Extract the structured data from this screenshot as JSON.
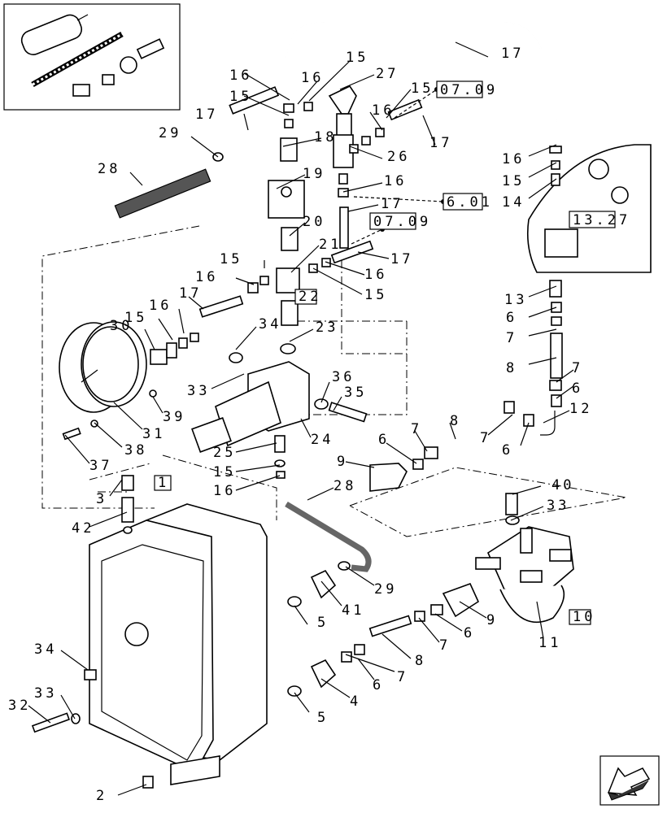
{
  "callouts": [
    {
      "id": "c16a",
      "text": "16"
    },
    {
      "id": "c16b",
      "text": "16"
    },
    {
      "id": "c15a",
      "text": "15"
    },
    {
      "id": "c27",
      "text": "27"
    },
    {
      "id": "c17a",
      "text": "17"
    },
    {
      "id": "c15b",
      "text": "15"
    },
    {
      "id": "c15c",
      "text": "15"
    },
    {
      "id": "c16c",
      "text": "16"
    },
    {
      "id": "c17b",
      "text": "17"
    },
    {
      "id": "c29a",
      "text": "29"
    },
    {
      "id": "c18",
      "text": "18"
    },
    {
      "id": "c17c",
      "text": "17"
    },
    {
      "id": "c26",
      "text": "26"
    },
    {
      "id": "c28a",
      "text": "28"
    },
    {
      "id": "c19",
      "text": "19"
    },
    {
      "id": "c16d",
      "text": "16"
    },
    {
      "id": "c16e",
      "text": "16"
    },
    {
      "id": "c15d",
      "text": "15"
    },
    {
      "id": "c14",
      "text": "14"
    },
    {
      "id": "c17d",
      "text": "17"
    },
    {
      "id": "c20",
      "text": "20"
    },
    {
      "id": "c21",
      "text": "21"
    },
    {
      "id": "c17e",
      "text": "17"
    },
    {
      "id": "c16f",
      "text": "16"
    },
    {
      "id": "c15e",
      "text": "15"
    },
    {
      "id": "c16g",
      "text": "16"
    },
    {
      "id": "c15f",
      "text": "15"
    },
    {
      "id": "c13",
      "text": "13"
    },
    {
      "id": "c17f",
      "text": "17"
    },
    {
      "id": "c16h",
      "text": "16"
    },
    {
      "id": "c15g",
      "text": "15"
    },
    {
      "id": "c30",
      "text": "30"
    },
    {
      "id": "c6a",
      "text": "6"
    },
    {
      "id": "c7a",
      "text": "7"
    },
    {
      "id": "c34a",
      "text": "34"
    },
    {
      "id": "c23",
      "text": "23"
    },
    {
      "id": "c8a",
      "text": "8"
    },
    {
      "id": "c7b",
      "text": "7"
    },
    {
      "id": "c33a",
      "text": "33"
    },
    {
      "id": "c36",
      "text": "36"
    },
    {
      "id": "c6b",
      "text": "6"
    },
    {
      "id": "c35",
      "text": "35"
    },
    {
      "id": "c39",
      "text": "39"
    },
    {
      "id": "c12",
      "text": "12"
    },
    {
      "id": "c31",
      "text": "31"
    },
    {
      "id": "c24",
      "text": "24"
    },
    {
      "id": "c8b",
      "text": "8"
    },
    {
      "id": "c7c",
      "text": "7"
    },
    {
      "id": "c38",
      "text": "38"
    },
    {
      "id": "c7d",
      "text": "7"
    },
    {
      "id": "c6c",
      "text": "6"
    },
    {
      "id": "c6d",
      "text": "6"
    },
    {
      "id": "c25",
      "text": "25"
    },
    {
      "id": "c9a",
      "text": "9"
    },
    {
      "id": "c37",
      "text": "37"
    },
    {
      "id": "c15h",
      "text": "15"
    },
    {
      "id": "c16i",
      "text": "16"
    },
    {
      "id": "c28b",
      "text": "28"
    },
    {
      "id": "c40",
      "text": "40"
    },
    {
      "id": "c3",
      "text": "3"
    },
    {
      "id": "c33b",
      "text": "33"
    },
    {
      "id": "c42",
      "text": "42"
    },
    {
      "id": "c29b",
      "text": "29"
    },
    {
      "id": "c41",
      "text": "41"
    },
    {
      "id": "c5a",
      "text": "5"
    },
    {
      "id": "c9b",
      "text": "9"
    },
    {
      "id": "c6e",
      "text": "6"
    },
    {
      "id": "c7e",
      "text": "7"
    },
    {
      "id": "c11",
      "text": "11"
    },
    {
      "id": "c34b",
      "text": "34"
    },
    {
      "id": "c8c",
      "text": "8"
    },
    {
      "id": "c6f",
      "text": "6"
    },
    {
      "id": "c7f",
      "text": "7"
    },
    {
      "id": "c33c",
      "text": "33"
    },
    {
      "id": "c32",
      "text": "32"
    },
    {
      "id": "c4",
      "text": "4"
    },
    {
      "id": "c5b",
      "text": "5"
    },
    {
      "id": "c2",
      "text": "2"
    }
  ],
  "boxed_refs": [
    {
      "id": "b0709a",
      "text": "07.09"
    },
    {
      "id": "b601",
      "text": "6.01"
    },
    {
      "id": "b0709b",
      "text": "07.09"
    },
    {
      "id": "b1327",
      "text": "13.27"
    },
    {
      "id": "b22",
      "text": "22"
    },
    {
      "id": "b1",
      "text": "1"
    },
    {
      "id": "b10",
      "text": "10"
    }
  ]
}
